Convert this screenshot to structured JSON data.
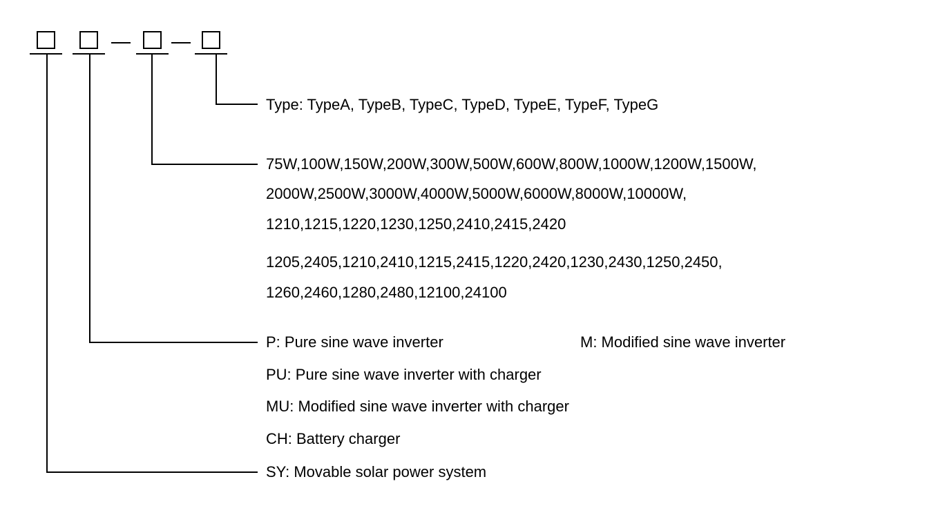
{
  "diagram": {
    "type_line": "Type: TypeA, TypeB, TypeC, TypeD, TypeE, TypeF, TypeG",
    "power_lines": [
      "75W,100W,150W,200W,300W,500W,600W,800W,1000W,1200W,1500W,",
      "2000W,2500W,3000W,4000W,5000W,6000W,8000W,10000W,",
      "1210,1215,1220,1230,1250,2410,2415,2420",
      "1205,2405,1210,2410,1215,2415,1220,2420,1230,2430,1250,2450,",
      "1260,2460,1280,2480,12100,24100"
    ],
    "function": {
      "p": "P: Pure sine wave inverter",
      "m": "M: Modified sine wave inverter",
      "pu": "PU: Pure sine wave inverter with charger",
      "mu": "MU: Modified sine wave inverter with charger",
      "ch": "CH: Battery charger"
    },
    "series_line": "SY: Movable solar power system"
  }
}
